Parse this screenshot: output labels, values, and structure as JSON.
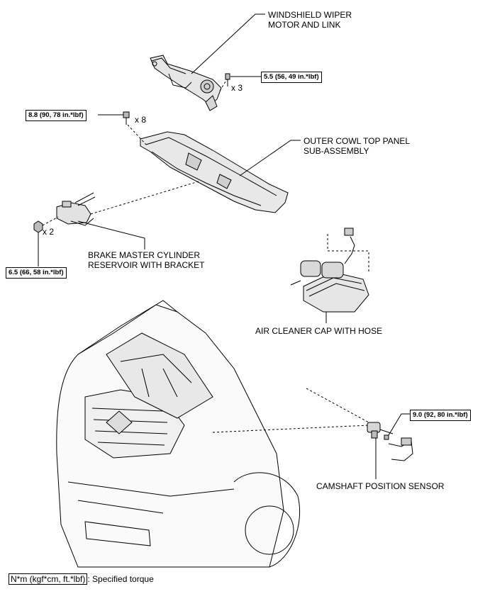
{
  "parts": {
    "wiper": [
      "WINDSHIELD WIPER",
      "MOTOR AND LINK"
    ],
    "cowl": [
      "OUTER COWL TOP PANEL",
      "SUB-ASSEMBLY"
    ],
    "brake": [
      "BRAKE MASTER CYLINDER",
      "RESERVOIR WITH BRACKET"
    ],
    "air_cleaner": "AIR CLEANER CAP WITH HOSE",
    "camshaft": "CAMSHAFT POSITION SENSOR"
  },
  "torques": {
    "wiper": "5.5 (56, 49 in.*lbf)",
    "cowl": "8.8 (90, 78 in.*lbf)",
    "brake": "6.5 (66, 58 in.*lbf)",
    "camshaft": "9.0 (92, 80 in.*lbf)"
  },
  "quantities": {
    "wiper": "x 3",
    "cowl": "x 8",
    "brake": "x 2"
  },
  "legend": {
    "unit": "N*m (kgf*cm, ft.*lbf)",
    "text": ": Specified torque"
  }
}
